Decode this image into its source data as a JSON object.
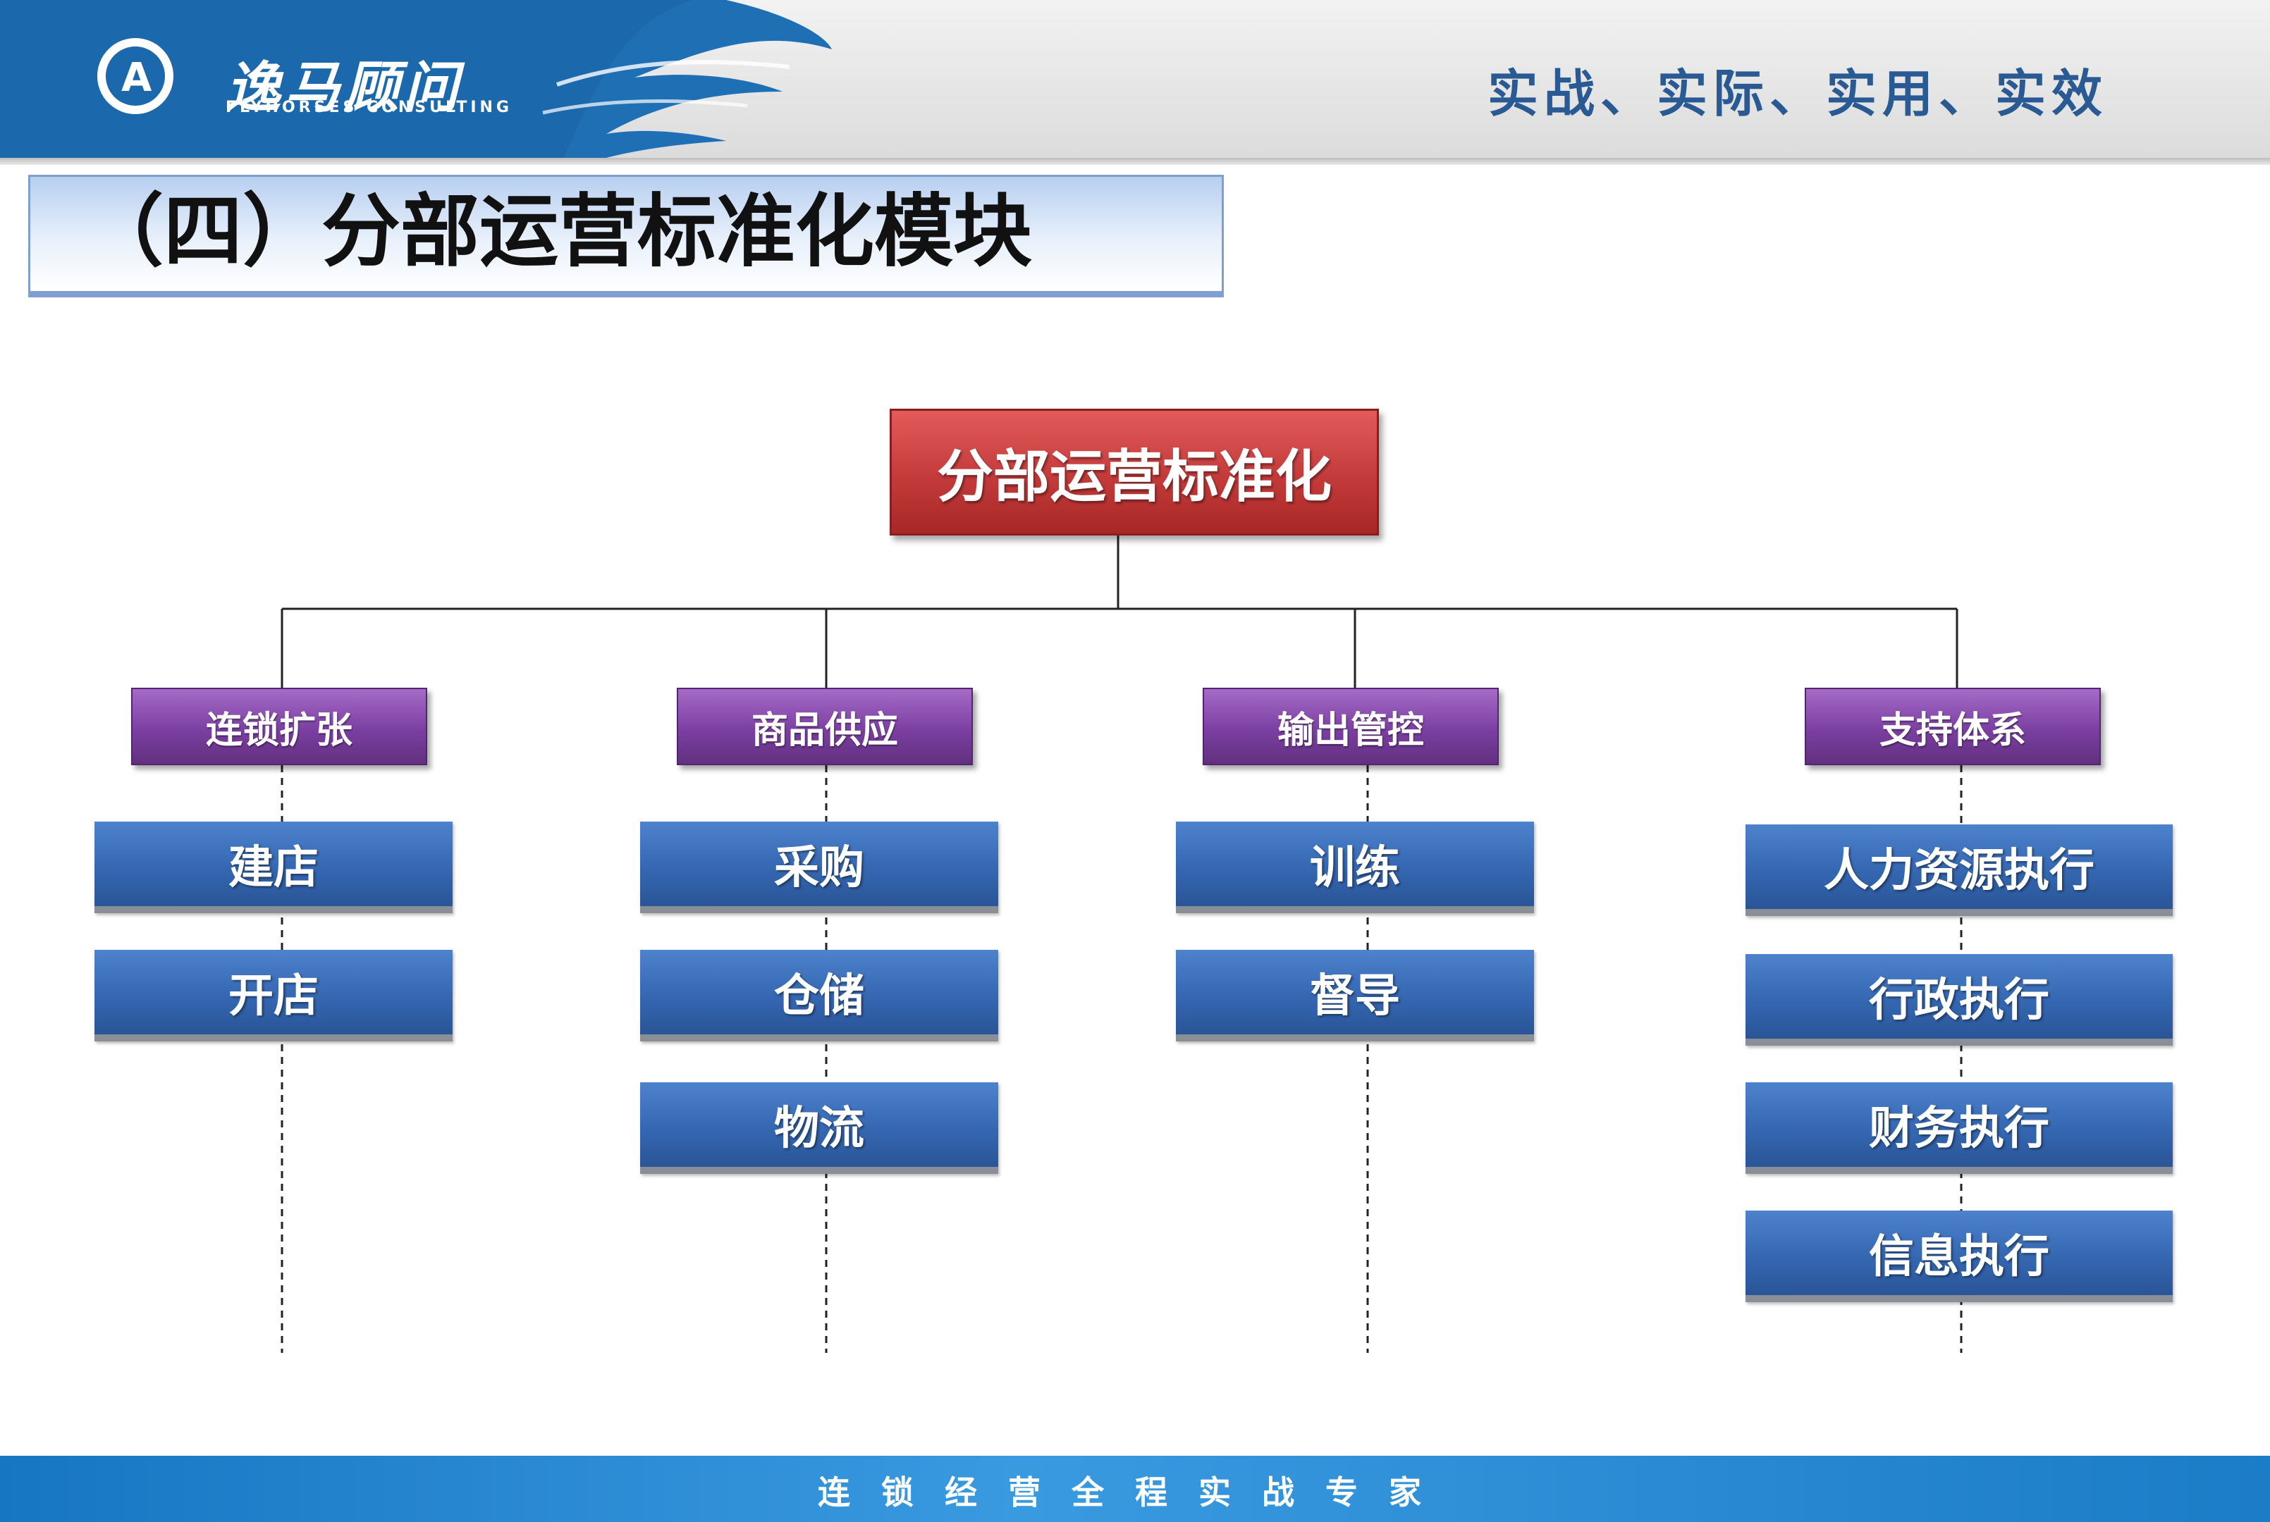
{
  "header": {
    "logo_name": "逸马顾问",
    "logo_sub": "FLYHORSES CONSULTING",
    "logo_letter": "A",
    "slogan": "实战、实际、实用、实效"
  },
  "title": "（四）分部运营标准化模块",
  "diagram": {
    "root": "分部运营标准化",
    "categories": [
      {
        "label": "连锁扩张",
        "items": [
          "建店",
          "开店"
        ]
      },
      {
        "label": "商品供应",
        "items": [
          "采购",
          "仓储",
          "物流"
        ]
      },
      {
        "label": "输出管控",
        "items": [
          "训练",
          "督导"
        ]
      },
      {
        "label": "支持体系",
        "items": [
          "人力资源执行",
          "行政执行",
          "财务执行",
          "信息执行"
        ]
      }
    ]
  },
  "footer": {
    "text": "连锁经营全程实战专家"
  },
  "colors": {
    "root": "#c33a3a",
    "category": "#7b3fa2",
    "item": "#3567b2",
    "brand_blue": "#1776c2",
    "slogan": "#2a5a93"
  }
}
